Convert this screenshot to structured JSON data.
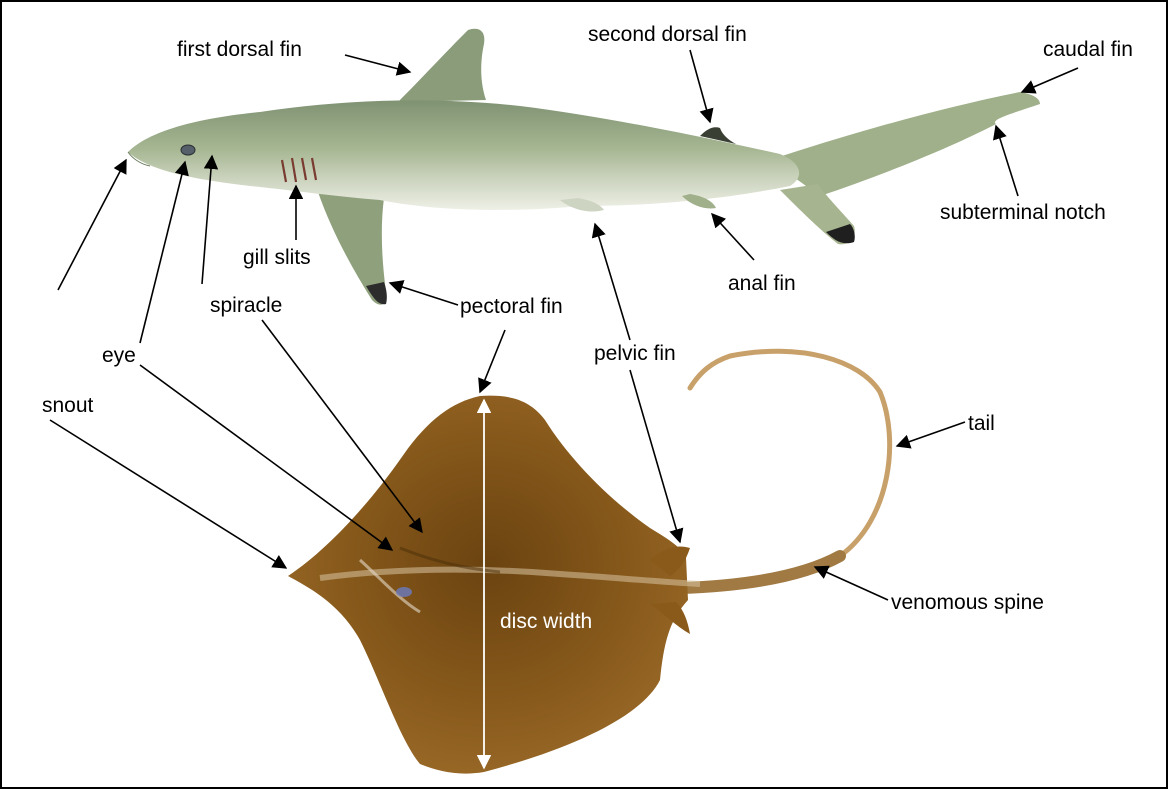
{
  "labels": {
    "first_dorsal_fin": "first dorsal fin",
    "second_dorsal_fin": "second dorsal fin",
    "caudal_fin": "caudal fin",
    "subterminal_notch": "subterminal notch",
    "anal_fin": "anal fin",
    "gill_slits": "gill slits",
    "pectoral_fin": "pectoral fin",
    "pelvic_fin": "pelvic fin",
    "spiracle": "spiracle",
    "eye": "eye",
    "snout": "snout",
    "tail": "tail",
    "venomous_spine": "venomous spine",
    "disc_width": "disc width"
  },
  "colors": {
    "shark_body": "#9fb08a",
    "shark_dark": "#6f7f63",
    "shark_belly": "#eef0e6",
    "ray_body": "#8a5a1a",
    "ray_dark": "#5e3a0e",
    "ray_tail": "#c9a36c",
    "arrow": "#000000"
  }
}
